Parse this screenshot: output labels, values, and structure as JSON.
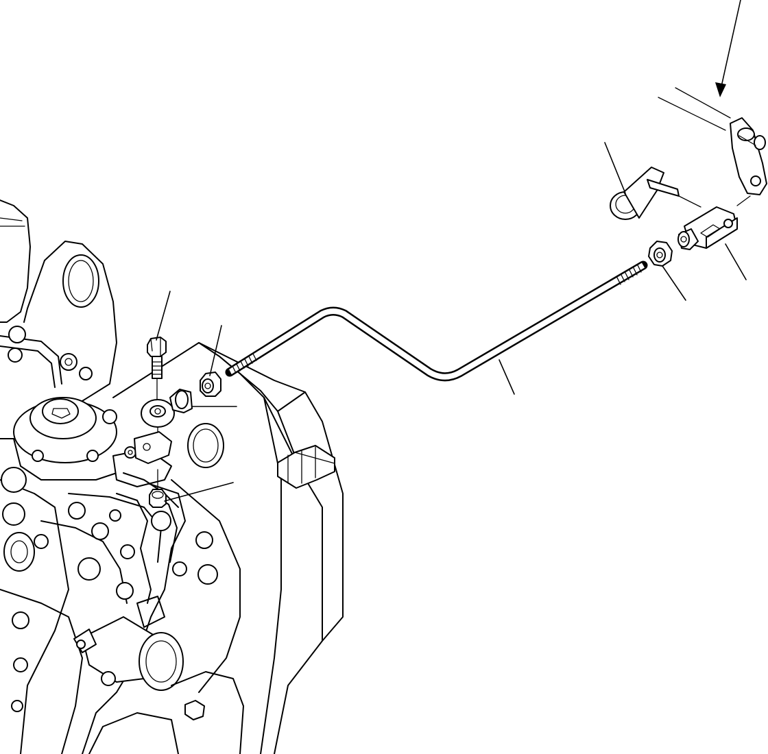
{
  "figure": {
    "kind": "exploded parts illustration",
    "line_color": "#000000",
    "background": "#ffffff"
  },
  "parts": [
    {
      "id": "control-rod",
      "icon": "bent-threaded-rod"
    },
    {
      "id": "rod-end-clevis",
      "icon": "clevis"
    },
    {
      "id": "rod-nut-right",
      "icon": "hex-nut"
    },
    {
      "id": "spring-clip",
      "icon": "clip"
    },
    {
      "id": "pivot-lever",
      "icon": "lever-plate"
    },
    {
      "id": "bolt",
      "icon": "hex-bolt"
    },
    {
      "id": "rod-nut-left",
      "icon": "hex-nut"
    },
    {
      "id": "ball-joint",
      "icon": "ball-joint"
    },
    {
      "id": "lock-nut",
      "icon": "hex-nut"
    },
    {
      "id": "injection-pump",
      "icon": "engine-pump"
    }
  ]
}
